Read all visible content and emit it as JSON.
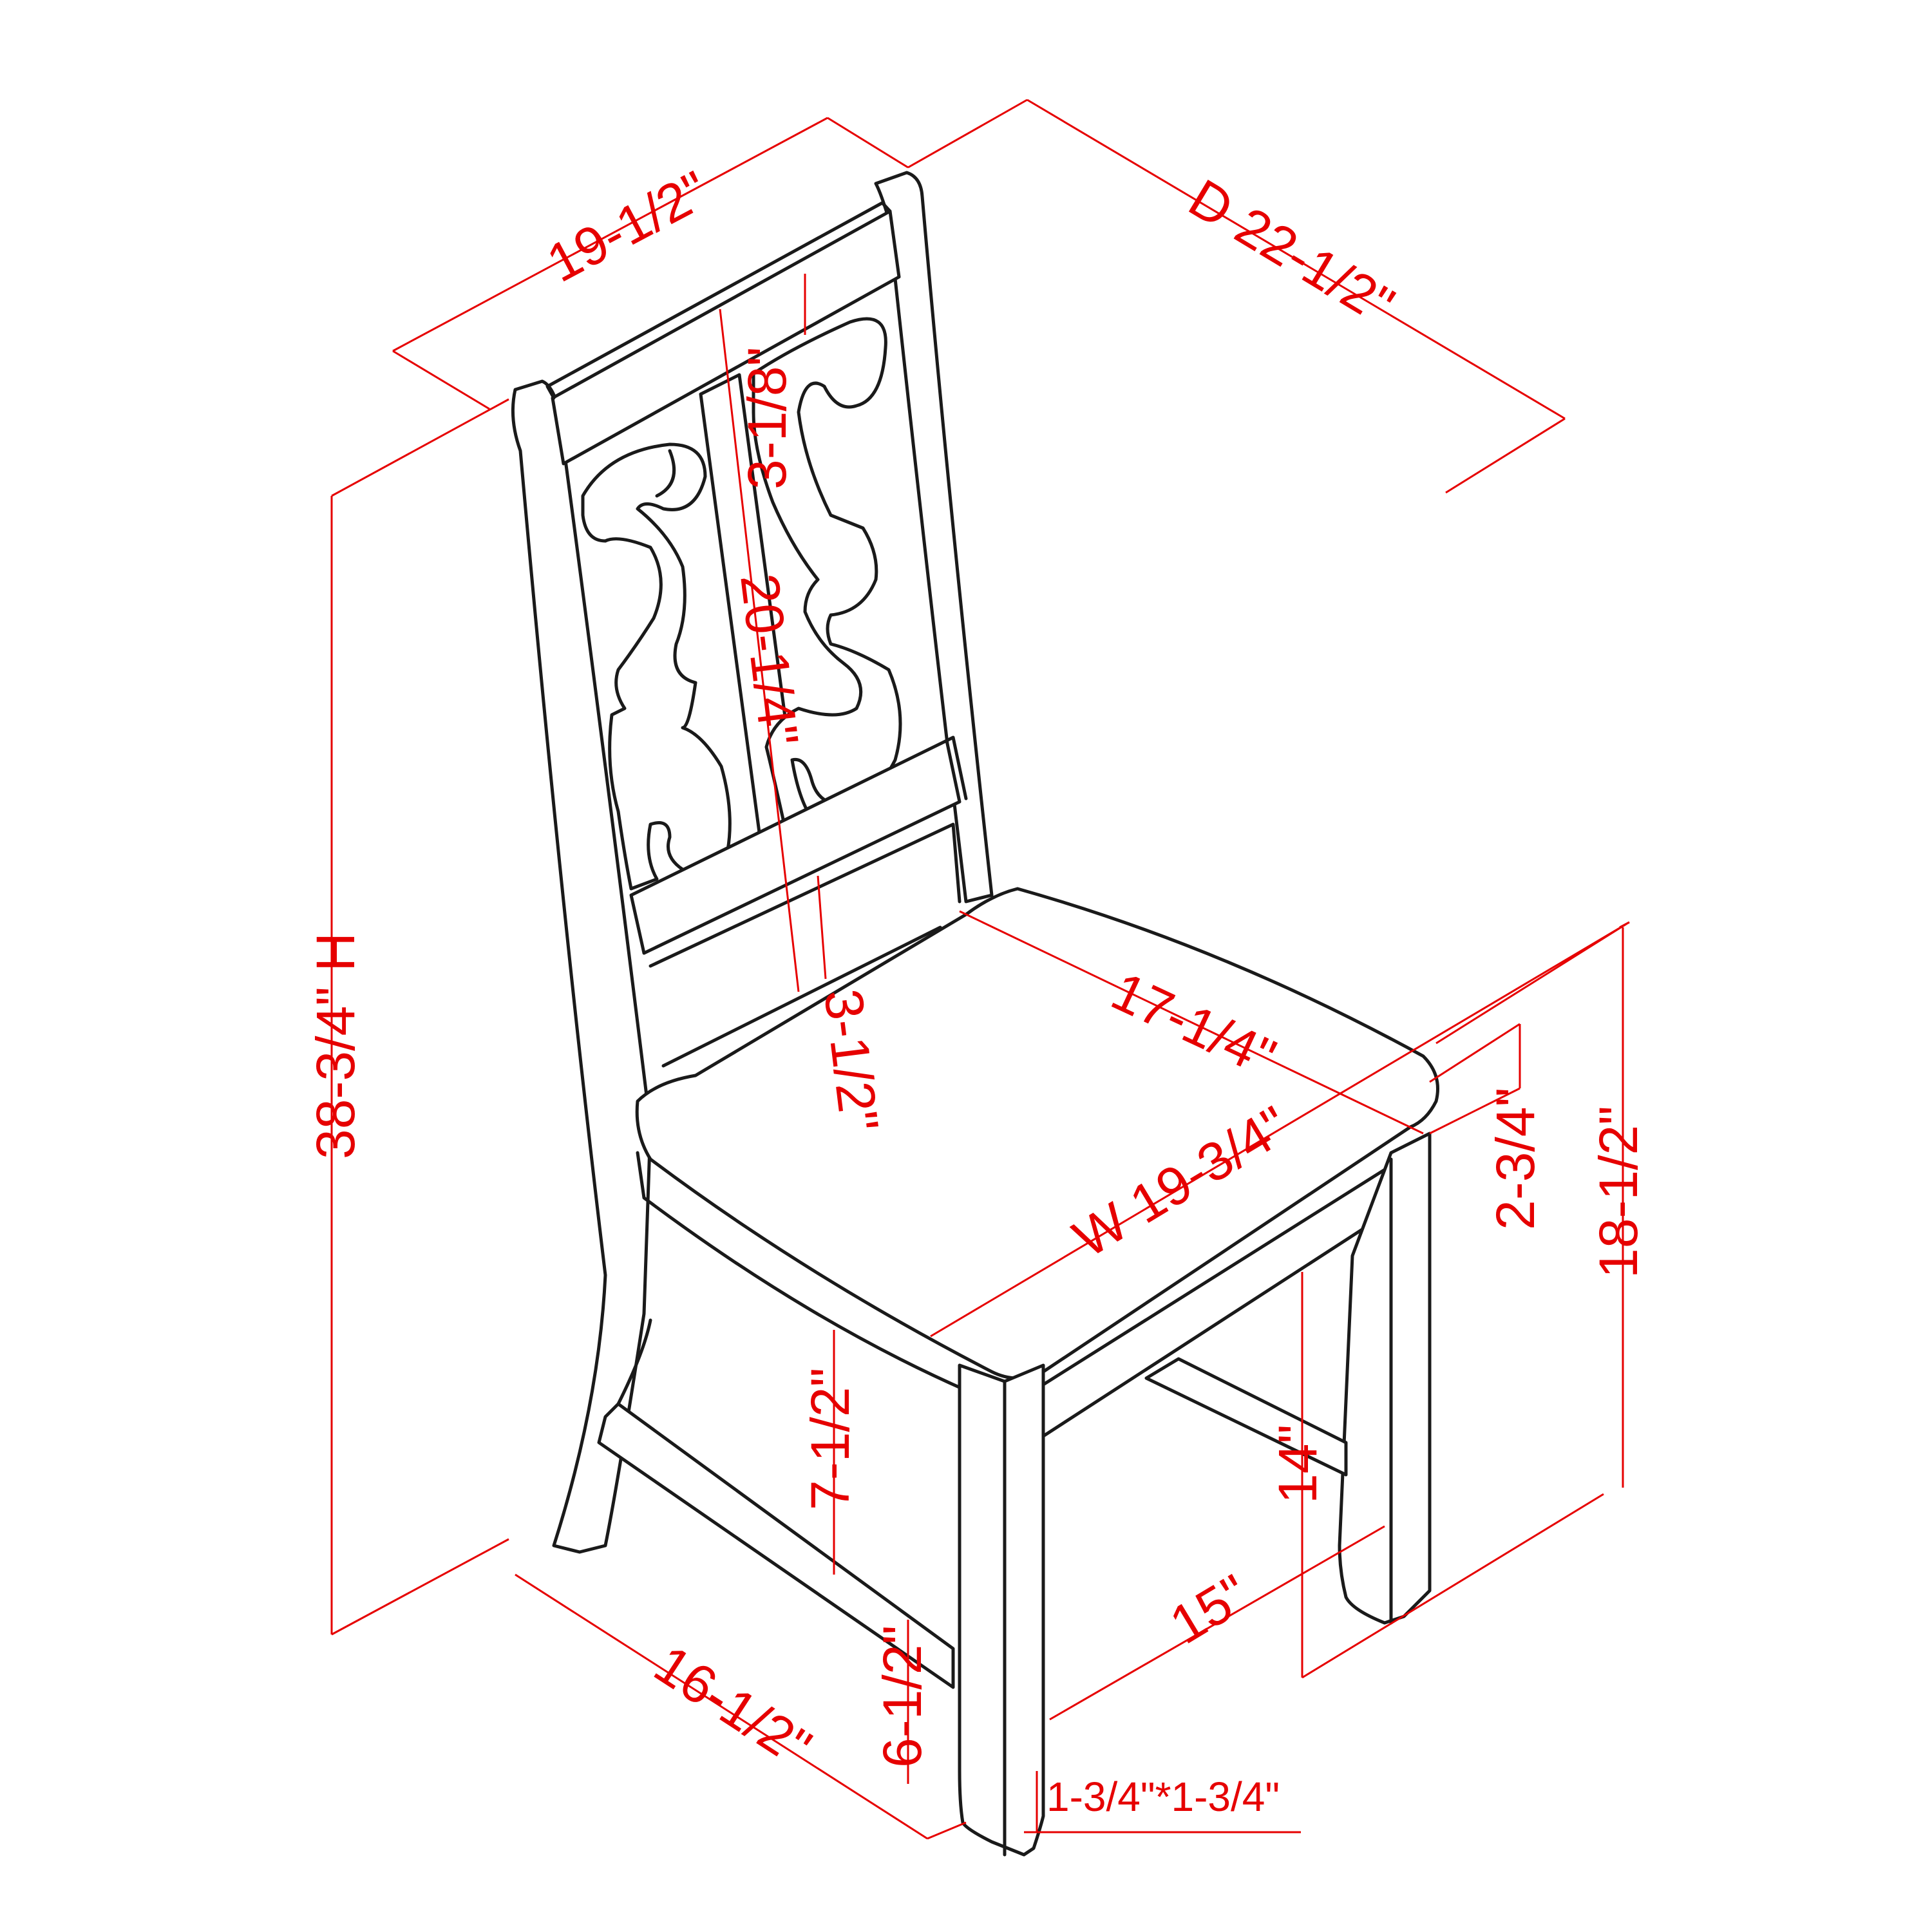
{
  "dimensions": {
    "top_width": "19-1/2\"",
    "depth": "D 22-1/2\"",
    "top_rail_height": "3-1/8\"",
    "splat_height": "20-1/4\"",
    "lower_rail": "3-1/2\"",
    "seat_depth": "17-1/4\"",
    "seat_width": "W 19-3/4\"",
    "apron_height": "2-3/4\"",
    "seat_height": "18-1/2\"",
    "overall_height": "38-3/4\" H",
    "stretcher_height": "7-1/2\"",
    "leg_clearance": "14\"",
    "leg_span": "15\"",
    "base_depth": "16-1/2\"",
    "foot_height": "6-1/2\"",
    "leg_section": "1-3/4\"*1-3/4\""
  },
  "colors": {
    "lines": "#1a1a1a",
    "dimensions": "#e60000"
  }
}
